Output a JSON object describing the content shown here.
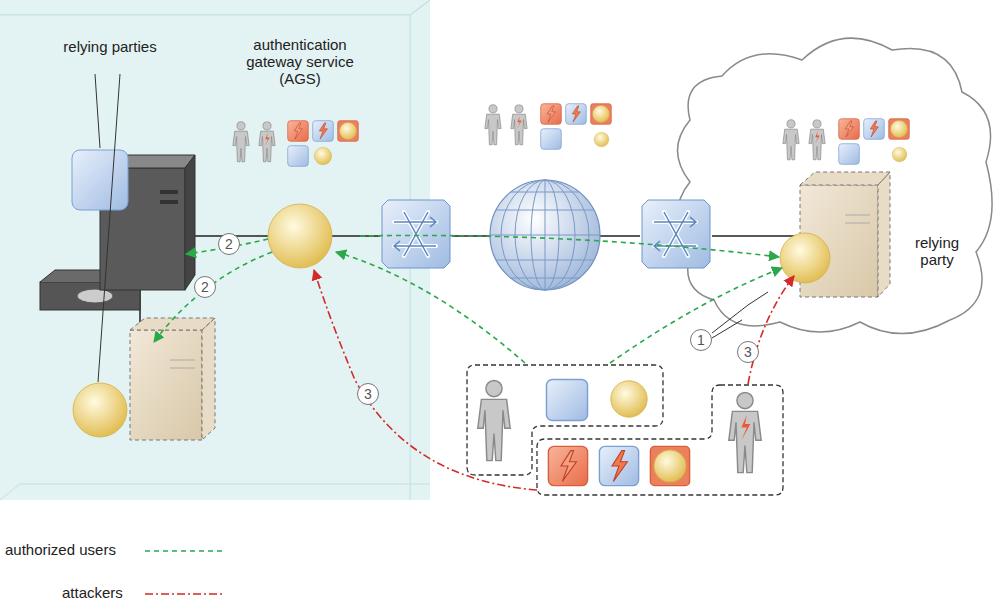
{
  "diagram": {
    "nodes": [
      {
        "text": [
          "authentication gateway service (AGS)"
        ]
      },
      {
        "text": [
          "relying party"
        ]
      }
    ],
    "edges": [
      {
        "from": 0,
        "to": 1,
        "arrow": "to"
      }
    ],
    "labels": [
      "relying parties",
      "2",
      "2",
      "1",
      "3",
      "3"
    ],
    "legend": [
      {
        "text": "authorized users"
      },
      {
        "text": "attackers"
      }
    ]
  }
}
